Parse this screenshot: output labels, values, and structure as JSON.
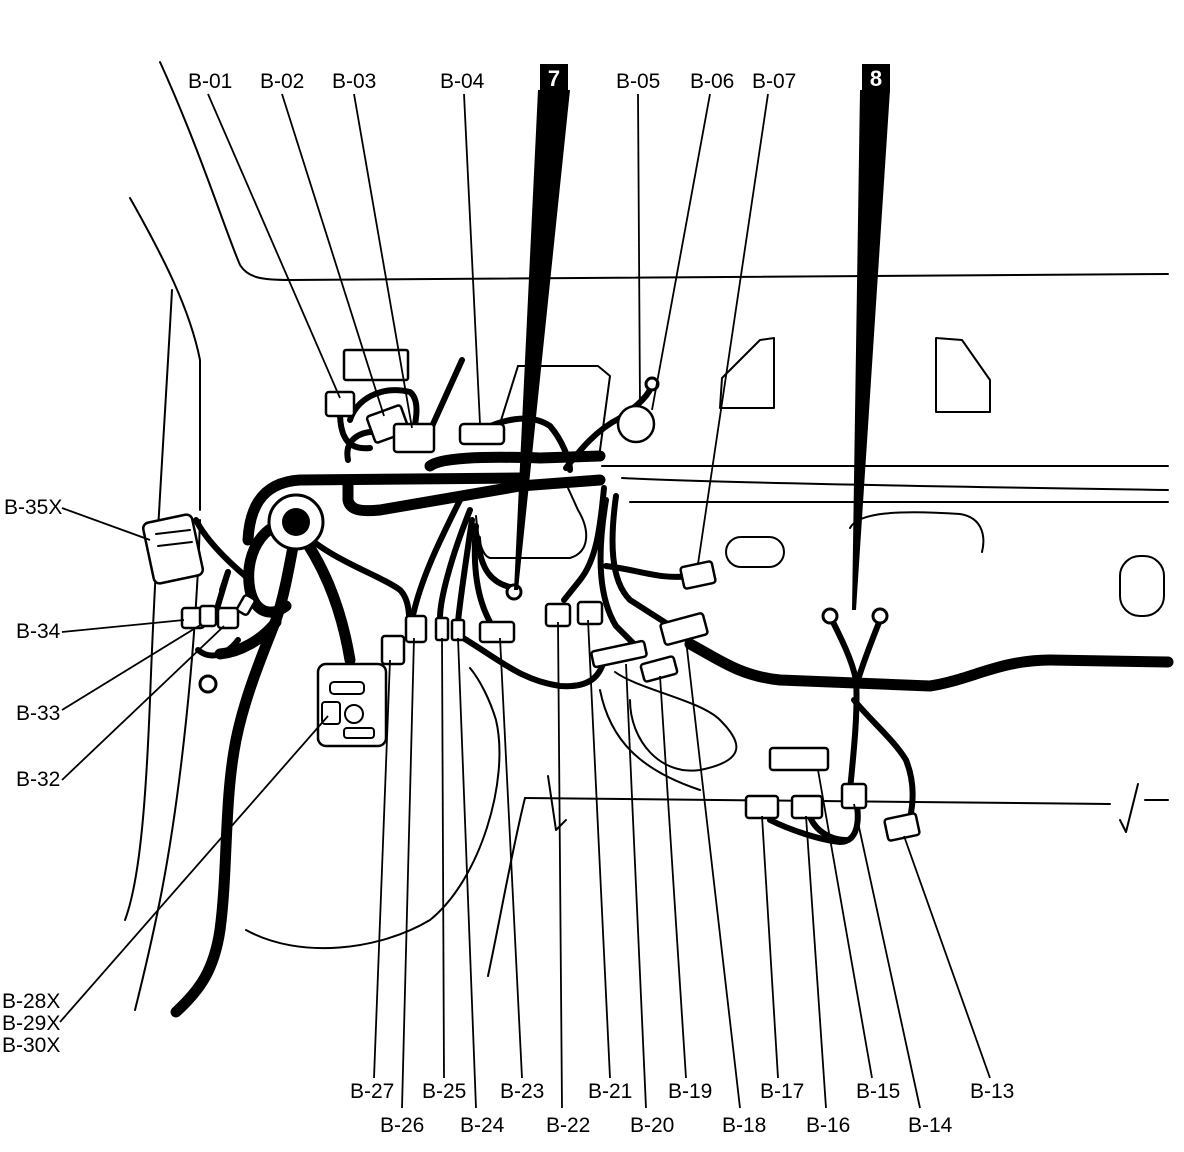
{
  "callouts": {
    "b01": "B-01",
    "b02": "B-02",
    "b03": "B-03",
    "b04": "B-04",
    "b05": "B-05",
    "b06": "B-06",
    "b07": "B-07",
    "b13": "B-13",
    "b14": "B-14",
    "b15": "B-15",
    "b16": "B-16",
    "b17": "B-17",
    "b18": "B-18",
    "b19": "B-19",
    "b20": "B-20",
    "b21": "B-21",
    "b22": "B-22",
    "b23": "B-23",
    "b24": "B-24",
    "b25": "B-25",
    "b26": "B-26",
    "b27": "B-27",
    "b28": "B-28X",
    "b29": "B-29X",
    "b30": "B-30X",
    "b32": "B-32",
    "b33": "B-33",
    "b34": "B-34",
    "b35": "B-35X"
  },
  "view_markers": {
    "m7": "7",
    "m8": "8"
  }
}
